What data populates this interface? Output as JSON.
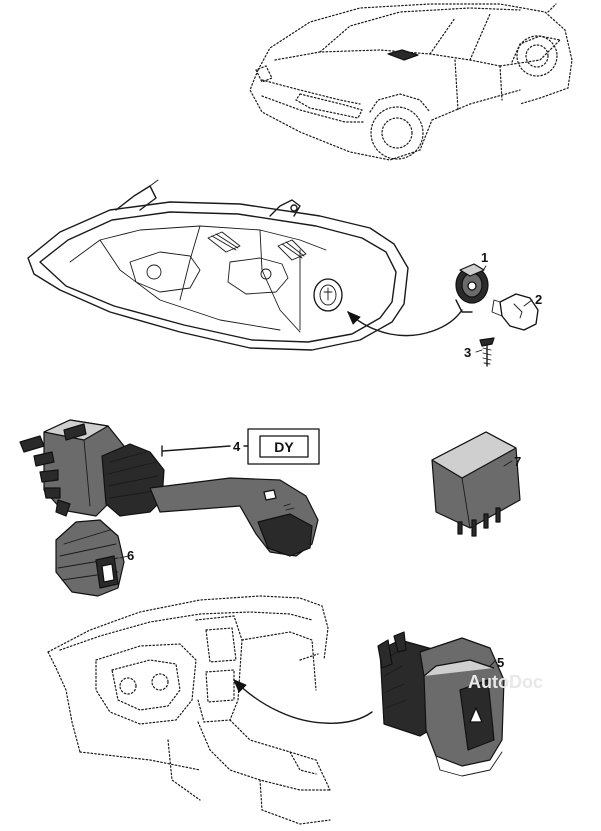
{
  "callouts": {
    "c1": "1",
    "c2": "2",
    "c3": "3",
    "c4": "4",
    "c5": "5",
    "c6": "6",
    "c7": "7"
  },
  "code_box": "DY",
  "watermark": "AutoDoc"
}
